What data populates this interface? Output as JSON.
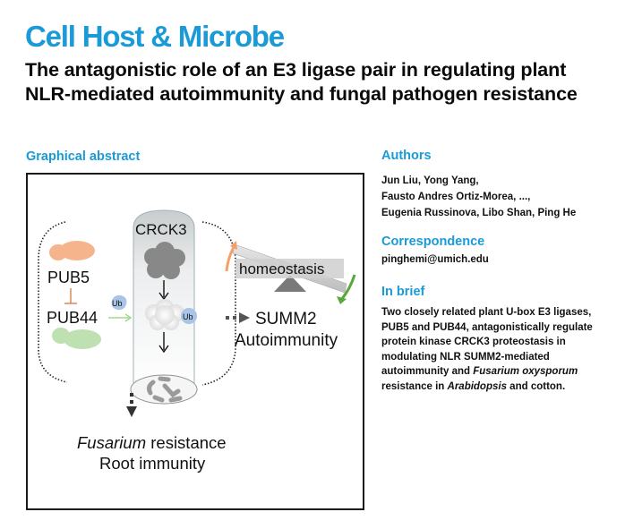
{
  "journal": "Cell Host & Microbe",
  "title": "The antagonistic role of an E3 ligase pair in regulating plant NLR-mediated autoimmunity and fungal pathogen resistance",
  "graphical_abstract": {
    "label": "Graphical abstract",
    "pub5": "PUB5",
    "pub44": "PUB44",
    "ub": "Ub",
    "crck3": "CRCK3",
    "homeostasis": "homeostasis",
    "summ2": "SUMM2",
    "autoimmunity": "Autoimmunity",
    "fusarium": "Fusarium",
    "resistance": " resistance",
    "root_immunity": "Root immunity",
    "colors": {
      "pub5": "#f6b48d",
      "pub44": "#bfe0b0",
      "ub": "#a9c4e6",
      "inhibit": "#d98a55",
      "activate_arrow": "#8fd27a",
      "up_arrow": "#f3a16a",
      "down_arrow": "#5aa83a"
    }
  },
  "authors": {
    "label": "Authors",
    "lines": [
      "Jun Liu, Yong Yang,",
      "Fausto Andres Ortiz-Morea, ...,",
      "Eugenia Russinova, Libo Shan, Ping He"
    ]
  },
  "correspondence": {
    "label": "Correspondence",
    "email": "pinghemi@umich.edu"
  },
  "in_brief": {
    "label": "In brief",
    "part1": "Two closely related plant U-box E3 ligases, PUB5 and PUB44, antagonistically regulate protein kinase CRCK3 proteostasis in modulating NLR SUMM2-mediated autoimmunity and ",
    "italic1": "Fusarium oxysporum",
    "part2": " resistance in ",
    "italic2": "Arabidopsis",
    "part3": " and cotton."
  }
}
